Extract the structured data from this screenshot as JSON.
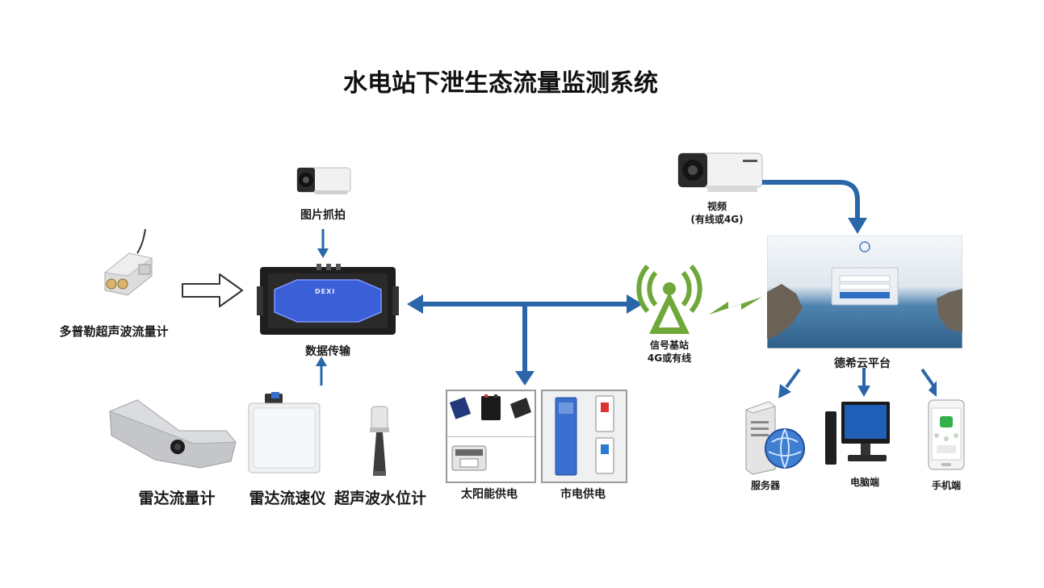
{
  "title": "水电站下泄生态流量监测系统",
  "colors": {
    "arrow_blue": "#2a66a8",
    "signal_green": "#6fa83a",
    "device_blue": "#3b5fd6",
    "panel_bg": "#e9eaec"
  },
  "nodes": {
    "snapshot_camera": {
      "label": "图片抓拍"
    },
    "doppler_meter": {
      "label": "多普勒超声波流量计"
    },
    "data_transmission": {
      "label": "数据传输"
    },
    "radar_flowmeter": {
      "label": "雷达流量计"
    },
    "radar_velocimeter": {
      "label": "雷达流速仪"
    },
    "ultrasonic_level": {
      "label": "超声波水位计"
    },
    "solar_power": {
      "label": "太阳能供电"
    },
    "mains_power": {
      "label": "市电供电"
    },
    "base_station": {
      "label_line1": "信号基站",
      "label_line2": "4G或有线"
    },
    "video_camera": {
      "label_line1": "视频",
      "label_line2": "(有线或4G)"
    },
    "cloud_platform": {
      "label": "德希云平台"
    },
    "server": {
      "label": "服务器"
    },
    "computer": {
      "label": "电脑端"
    },
    "mobile": {
      "label": "手机端"
    }
  },
  "rtu_brand": "DEXI"
}
